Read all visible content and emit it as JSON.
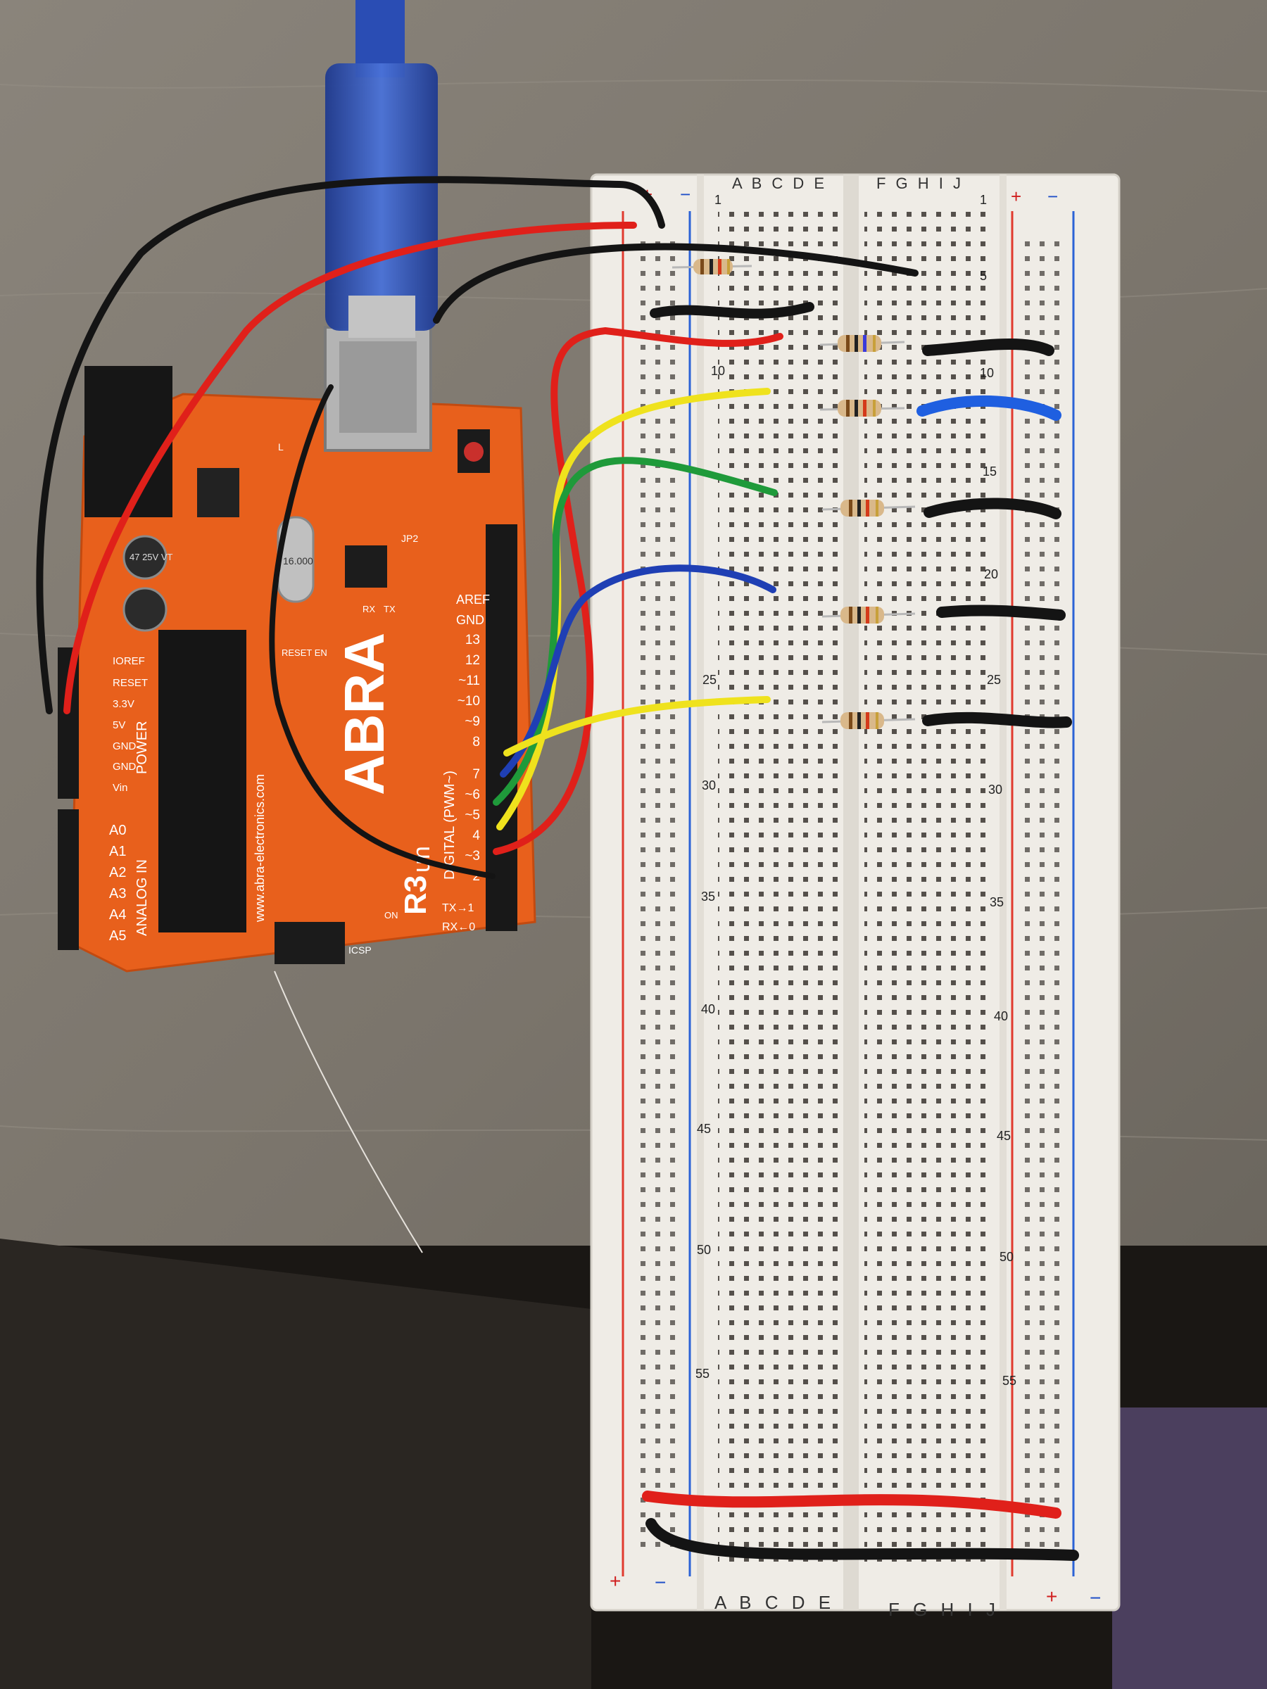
{
  "arduino": {
    "brand": "ABRA",
    "model": "R3",
    "uno_partial": "un",
    "website": "www.abra-electronics.com",
    "section_digital": "DIGITAL (PWM~)",
    "section_power": "POWER",
    "section_analog": "ANALOG IN",
    "aref": "AREF",
    "gnd": "GND",
    "tx_arrow": "TX→1",
    "rx_arrow": "RX←0",
    "jp2": "JP2",
    "icsp": "ICSP",
    "reset_en": "RESET EN",
    "crystal": "16.000",
    "cap_label": "47 25V VT",
    "l_led": "L",
    "tx": "TX",
    "rx": "RX",
    "on": "ON",
    "digital_pins": [
      "13",
      "12",
      "~11",
      "~10",
      "~9",
      "8",
      "7",
      "~6",
      "~5",
      "4",
      "~3",
      "2"
    ],
    "power_pins": [
      "IOREF",
      "RESET",
      "3.3V",
      "5V",
      "GND",
      "GND",
      "Vin"
    ],
    "analog_pins": [
      "A0",
      "A1",
      "A2",
      "A3",
      "A4",
      "A5"
    ]
  },
  "breadboard": {
    "columns_left": "A B C D E",
    "columns_right": "F G H I J",
    "plus": "+",
    "minus": "−",
    "row_numbers_left": [
      "1",
      "10",
      "25",
      "30",
      "35",
      "40",
      "45",
      "50",
      "55"
    ],
    "row_numbers_right": [
      "1",
      "5",
      "10",
      "15",
      "20",
      "25",
      "30",
      "35",
      "40",
      "45",
      "50",
      "55"
    ]
  },
  "colors": {
    "arduino_board": "#e8601c",
    "breadboard": "#efece6",
    "table": "#7c766d",
    "usb_cable": "#2c4fb8",
    "wire_red": "#e0201a",
    "wire_black": "#141414",
    "wire_yellow": "#efe21d",
    "wire_green": "#1f9a3a",
    "wire_blue": "#1f3fb4",
    "rail_red": "#e03a2e",
    "rail_blue": "#2b62d6"
  },
  "wires": [
    {
      "name": "red-power-wire",
      "color": "red"
    },
    {
      "name": "black-ground-wire",
      "color": "black"
    },
    {
      "name": "yellow-signal-wire-1",
      "color": "yellow"
    },
    {
      "name": "green-signal-wire",
      "color": "green"
    },
    {
      "name": "blue-signal-wire",
      "color": "blue"
    },
    {
      "name": "yellow-signal-wire-2",
      "color": "yellow"
    }
  ]
}
